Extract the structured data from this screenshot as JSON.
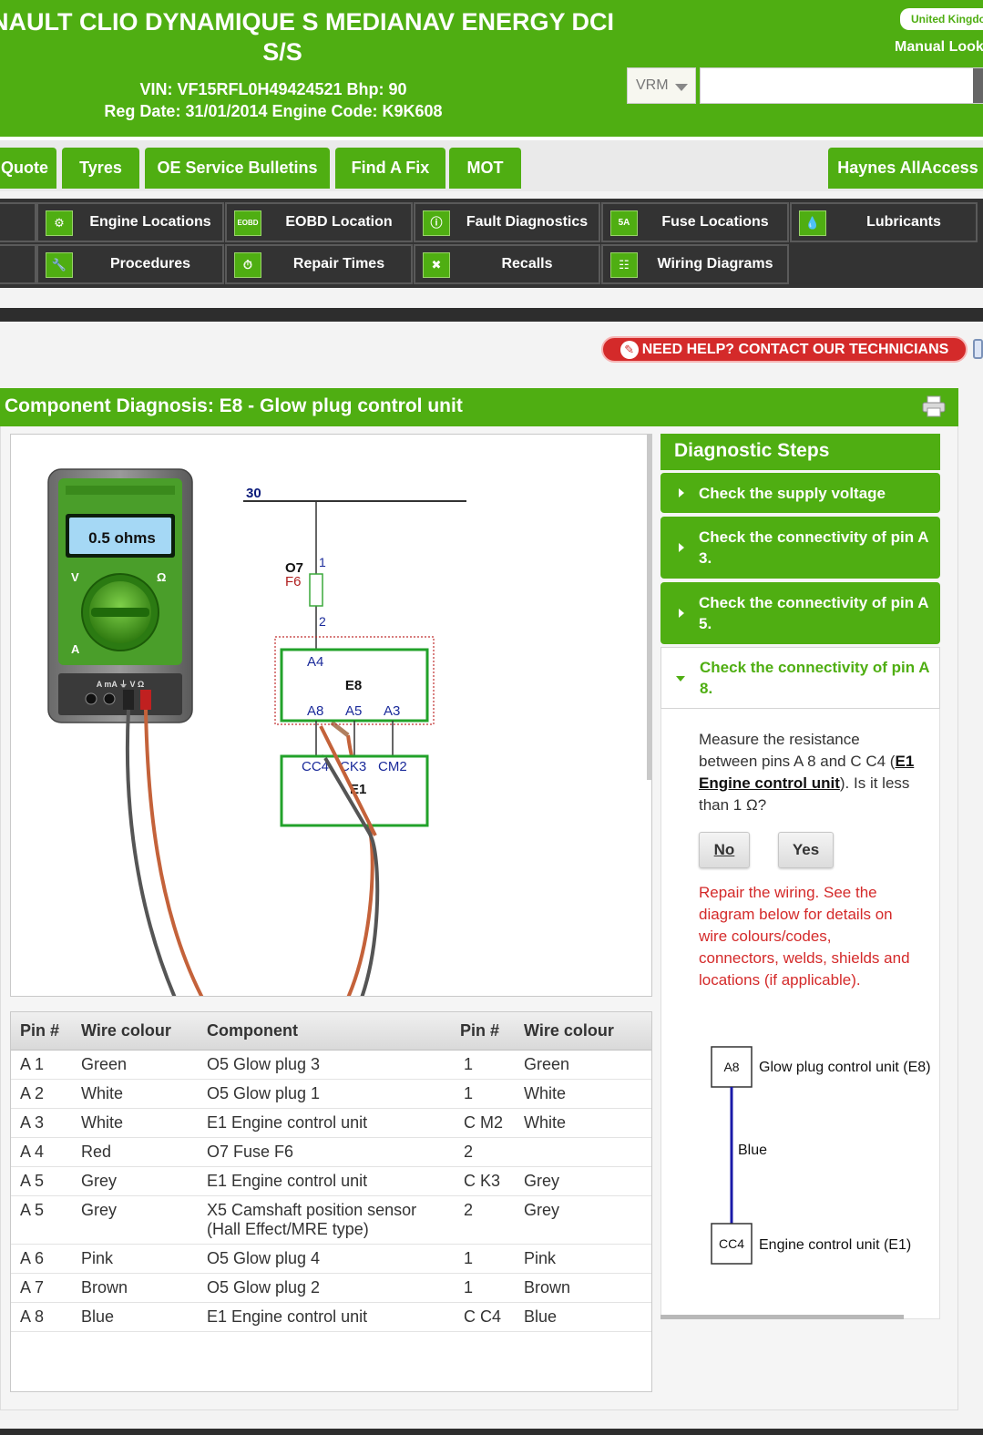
{
  "vehicle": {
    "title_line1": "NAULT CLIO DYNAMIQUE S MEDIANAV ENERGY DCI",
    "title_line2": "S/S",
    "vin_line": "VIN: VF15RFL0H49424521  Bhp: 90",
    "reg_line": "Reg Date: 31/01/2014  Engine Code: K9K608"
  },
  "header": {
    "country": "United Kingdo",
    "manual_lookup": "Manual Look",
    "vrm_select": "VRM",
    "vrm_input_value": ""
  },
  "top_tabs": [
    "Quote",
    "Tyres",
    "OE Service Bulletins",
    "Find A Fix",
    "MOT",
    "Haynes AllAccess"
  ],
  "menu": {
    "row1": [
      "Engine Locations",
      "EOBD Location",
      "Fault Diagnostics",
      "Fuse Locations",
      "Lubricants"
    ],
    "row2": [
      "Procedures",
      "Repair Times",
      "Recalls",
      "Wiring Diagrams"
    ],
    "icons": {
      "engine_locations": "car-engine-icon",
      "eobd_location": "eobd-icon",
      "fault_diagnostics": "warning-icon",
      "fuse_locations": "fuse-icon",
      "lubricants": "oil-drop-icon",
      "procedures": "wrench-icon",
      "repair_times": "stopwatch-icon",
      "recalls": "recall-icon",
      "wiring_diagrams": "wiring-icon"
    },
    "eobd_icon_text": "EOBD",
    "fuse_icon_text": "5A"
  },
  "help_button": "NEED HELP? CONTACT OUR TECHNICIANS",
  "component": {
    "title": "Component Diagnosis: E8 - Glow plug control unit"
  },
  "diagram": {
    "meter_reading": "0.5 ohms",
    "meter_labels": {
      "v": "V",
      "ohm": "Ω",
      "a": "A"
    },
    "jack_labels": "A  mA  ⏚  V  Ω",
    "rail_label": "30",
    "fuse_name": "O7",
    "fuse_id": "F6",
    "fuse_pin_top": "1",
    "fuse_pin_bottom": "2",
    "unit_name": "E8",
    "unit_pin_top": "A4",
    "unit_pins_bottom": [
      "A8",
      "A5",
      "A3"
    ],
    "ecu_pins": [
      "CC4",
      "CK3",
      "CM2"
    ],
    "ecu_name": "E1"
  },
  "pin_table": {
    "headers": [
      "Pin #",
      "Wire colour",
      "Component",
      "Pin #",
      "Wire colour"
    ],
    "rows": [
      [
        "A 1",
        "Green",
        "O5 Glow plug 3",
        "1",
        "Green"
      ],
      [
        "A 2",
        "White",
        "O5 Glow plug 1",
        "1",
        "White"
      ],
      [
        "A 3",
        "White",
        "E1 Engine control unit",
        "C M2",
        "White"
      ],
      [
        "A 4",
        "Red",
        "O7 Fuse F6",
        "2",
        ""
      ],
      [
        "A 5",
        "Grey",
        "E1 Engine control unit",
        "C K3",
        "Grey"
      ],
      [
        "A 5",
        "Grey",
        "X5 Camshaft position sensor (Hall Effect/MRE type)",
        "2",
        "Grey"
      ],
      [
        "A 6",
        "Pink",
        "O5 Glow plug 4",
        "1",
        "Pink"
      ],
      [
        "A 7",
        "Brown",
        "O5 Glow plug 2",
        "1",
        "Brown"
      ],
      [
        "A 8",
        "Blue",
        "E1 Engine control unit",
        "C C4",
        "Blue"
      ]
    ]
  },
  "diagnostic_steps": {
    "title": "Diagnostic Steps",
    "steps": [
      "Check the supply voltage",
      "Check the connectivity of pin A 3.",
      "Check the connectivity of pin A 5.",
      "Check the connectivity of pin A 8."
    ],
    "question_prefix": "Measure the resistance between pins A 8 and C C4 (",
    "question_link": "E1 Engine control unit",
    "question_suffix": "). Is it less than 1 Ω?",
    "no_label": "No",
    "yes_label": "Yes",
    "answer_text": "Repair the wiring. See the diagram below for details on wire colours/codes, connectors, welds, shields and locations (if applicable).",
    "wire": {
      "from_pin": "A8",
      "from_label": "Glow plug control unit (E8)",
      "colour_label": "Blue",
      "to_pin": "CC4",
      "to_label": "Engine control unit (E1)",
      "colour": "#1a1aa8"
    }
  },
  "colors": {
    "brand_green": "#4fae12",
    "dark_menu": "#333333",
    "help_red": "#d42a2a"
  }
}
